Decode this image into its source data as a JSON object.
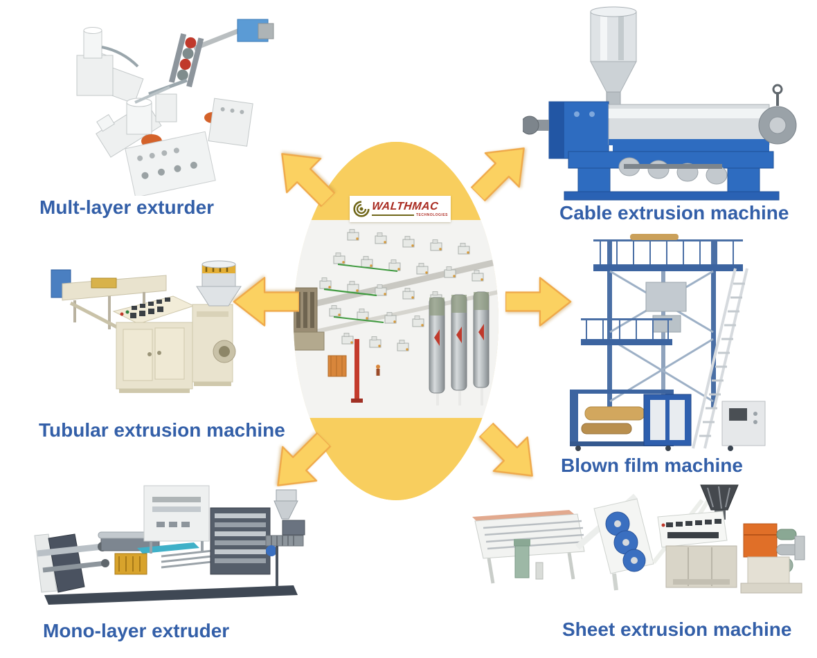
{
  "center": {
    "brand": "WALTHMAC",
    "tagline": "TECHNOLOGIES",
    "logo_icon": "swirl-logo-icon",
    "illustration": "factory-floor-isometric"
  },
  "nodes": [
    {
      "label": "Mult-layer exturder",
      "position": "top-left",
      "machine": "multi-layer-extruder"
    },
    {
      "label": "Cable extrusion machine",
      "position": "top-right",
      "machine": "cable-extrusion-machine"
    },
    {
      "label": "Tubular extrusion machine",
      "position": "mid-left",
      "machine": "tubular-extrusion-machine"
    },
    {
      "label": "Blown film machine",
      "position": "mid-right",
      "machine": "blown-film-machine"
    },
    {
      "label": "Mono-layer extruder",
      "position": "bottom-left",
      "machine": "mono-layer-extruder"
    },
    {
      "label": "Sheet extrusion machine",
      "position": "bottom-right",
      "machine": "sheet-extrusion-machine"
    }
  ],
  "arrows": {
    "directions": [
      "up-left",
      "up-right",
      "left",
      "right",
      "down-left",
      "down-right"
    ]
  },
  "colors": {
    "label_text": "#335FA8",
    "arrow_fill": "#FBD161",
    "arrow_outline": "#EFA94A",
    "oval_yellow": "#F8CE5E",
    "logo_red": "#A8291F",
    "logo_olive": "#6F6618",
    "machine_blue": "#2E6CC0",
    "machine_beige": "#E9E3CE"
  }
}
